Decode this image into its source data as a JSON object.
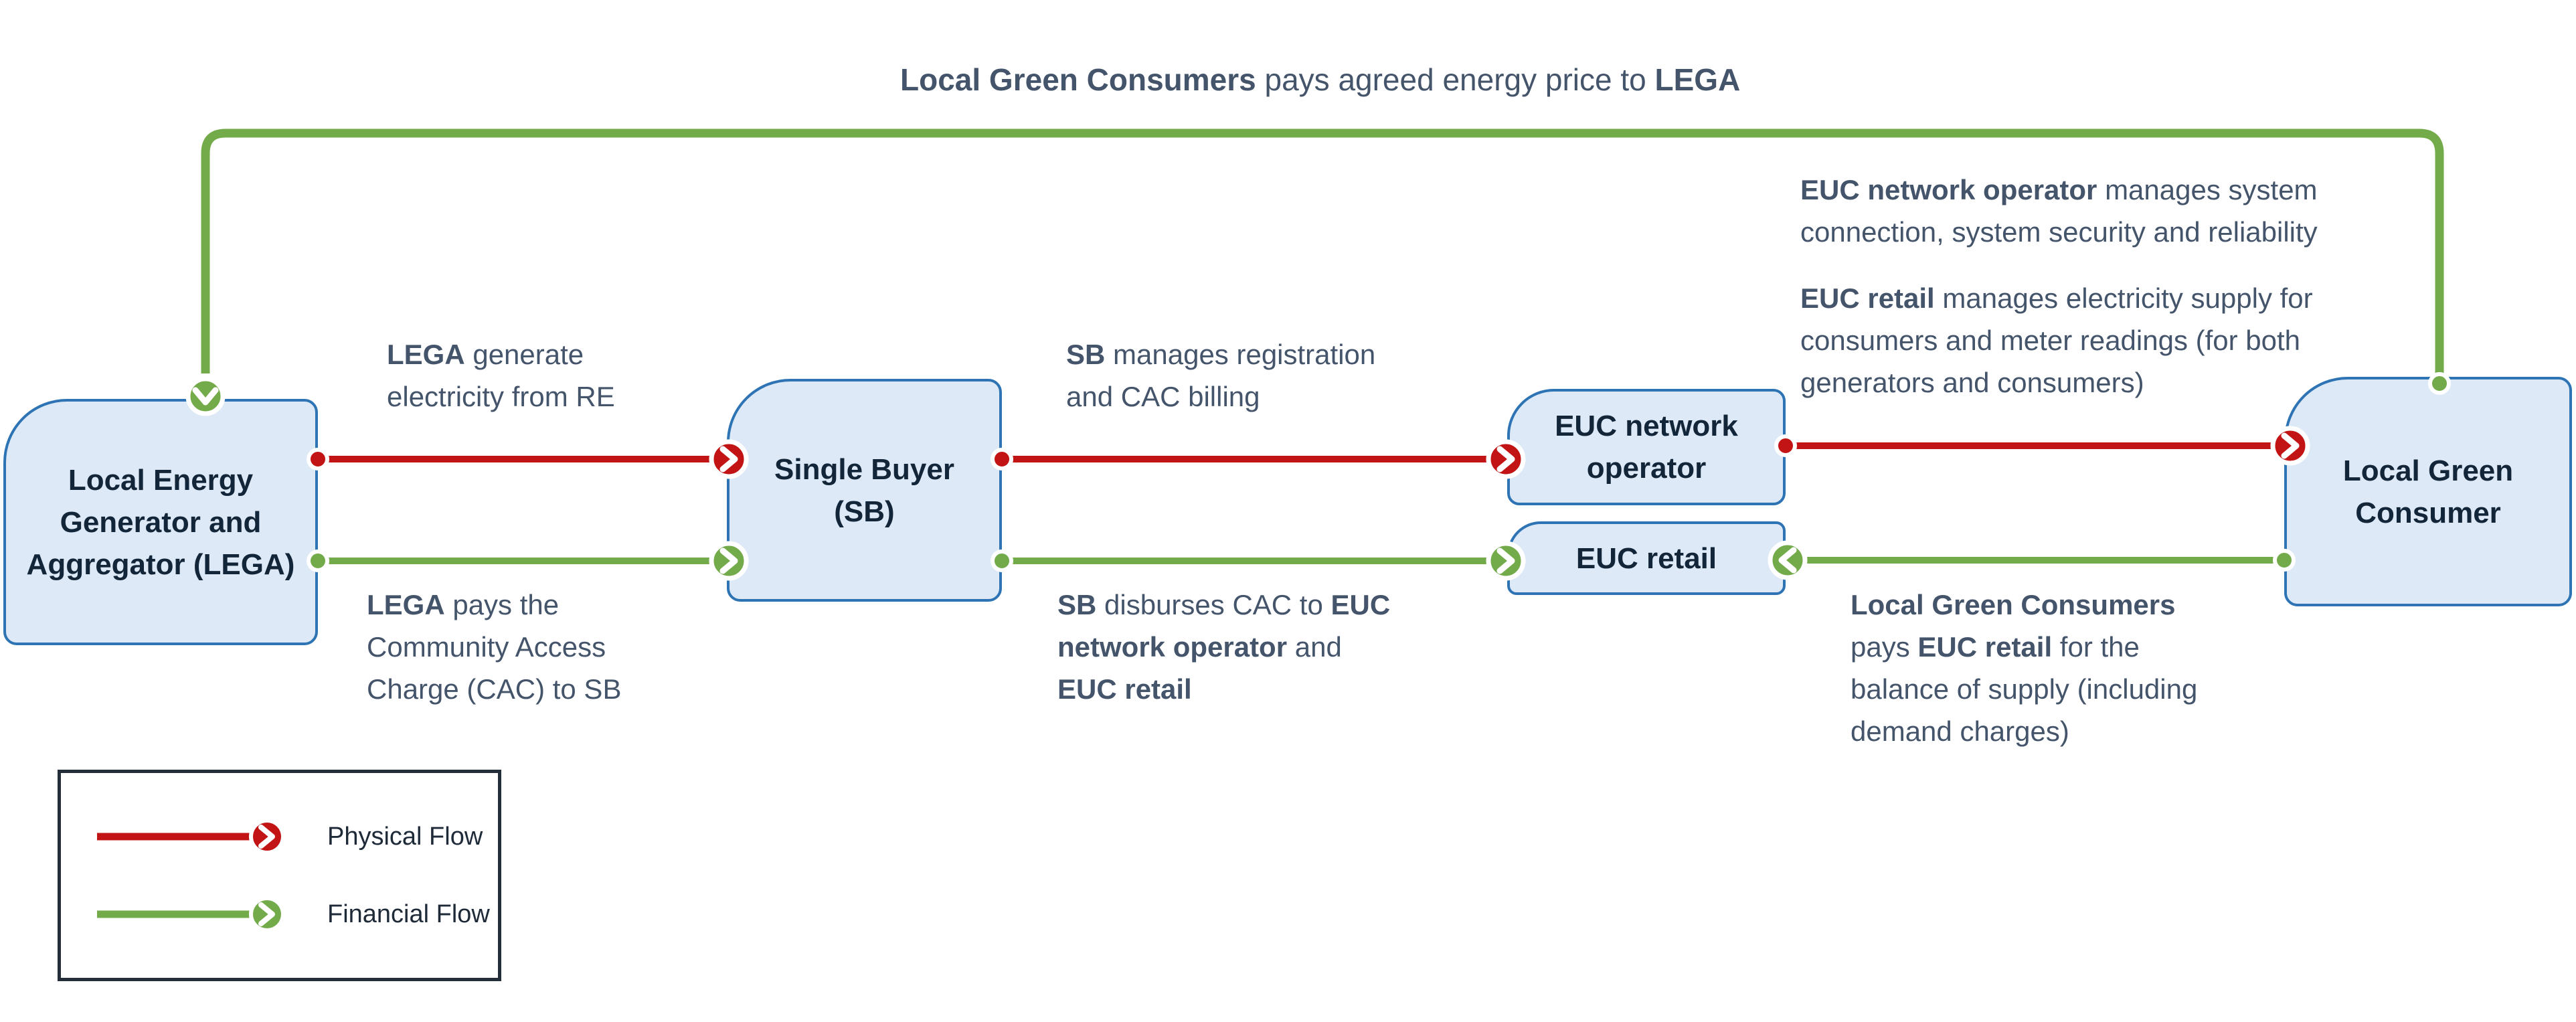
{
  "colors": {
    "physical_flow": "#c21414",
    "financial_flow": "#74ab4a",
    "node_fill": "#dde9f6",
    "node_border": "#2e74b5",
    "node_text": "#132639",
    "annotation_text": "#44546a",
    "legend_border": "#242e3b",
    "legend_text": "#1f2a38"
  },
  "nodes": {
    "lega": {
      "lines": [
        "Local Energy",
        "Generator and",
        "Aggregator (LEGA)"
      ]
    },
    "sb": {
      "lines": [
        "Single Buyer",
        "(SB)"
      ]
    },
    "euc_network": {
      "lines": [
        "EUC network",
        "operator"
      ]
    },
    "euc_retail": {
      "lines": [
        "EUC retail"
      ]
    },
    "lgc": {
      "lines": [
        "Local Green",
        "Consumer"
      ]
    }
  },
  "annotations": {
    "top_title": {
      "lines": [
        [
          {
            "text": "Local Green Consumers",
            "bold": true
          },
          {
            "text": " pays agreed energy price to ",
            "bold": false
          },
          {
            "text": "LEGA",
            "bold": true
          }
        ]
      ]
    },
    "lega_generate": {
      "lines": [
        [
          {
            "text": "LEGA",
            "bold": true
          },
          {
            "text": " generate",
            "bold": false
          }
        ],
        [
          {
            "text": "electricity from RE",
            "bold": false
          }
        ]
      ]
    },
    "sb_manages": {
      "lines": [
        [
          {
            "text": "SB",
            "bold": true
          },
          {
            "text": " manages registration",
            "bold": false
          }
        ],
        [
          {
            "text": "and CAC billing",
            "bold": false
          }
        ]
      ]
    },
    "euc_network_note": {
      "lines": [
        [
          {
            "text": "EUC network operator",
            "bold": true
          },
          {
            "text": " manages system",
            "bold": false
          }
        ],
        [
          {
            "text": "connection, system security and reliability",
            "bold": false
          }
        ]
      ]
    },
    "euc_retail_note": {
      "lines": [
        [
          {
            "text": "EUC retail",
            "bold": true
          },
          {
            "text": " manages electricity supply for",
            "bold": false
          }
        ],
        [
          {
            "text": "consumers and meter readings (for both",
            "bold": false
          }
        ],
        [
          {
            "text": "generators and consumers)",
            "bold": false
          }
        ]
      ]
    },
    "lega_pays": {
      "lines": [
        [
          {
            "text": "LEGA",
            "bold": true
          },
          {
            "text": " pays the",
            "bold": false
          }
        ],
        [
          {
            "text": "Community Access",
            "bold": false
          }
        ],
        [
          {
            "text": "Charge (CAC) to SB",
            "bold": false
          }
        ]
      ]
    },
    "sb_disburses": {
      "lines": [
        [
          {
            "text": "SB",
            "bold": true
          },
          {
            "text": " disburses CAC to ",
            "bold": false
          },
          {
            "text": "EUC",
            "bold": true
          }
        ],
        [
          {
            "text": "network operator",
            "bold": true
          },
          {
            "text": " and",
            "bold": false
          }
        ],
        [
          {
            "text": "EUC retail",
            "bold": true
          }
        ]
      ]
    },
    "lgc_pays": {
      "lines": [
        [
          {
            "text": "Local Green Consumers",
            "bold": true
          }
        ],
        [
          {
            "text": "pays ",
            "bold": false
          },
          {
            "text": "EUC retail",
            "bold": true
          },
          {
            "text": " for the",
            "bold": false
          }
        ],
        [
          {
            "text": "balance of supply (including",
            "bold": false
          }
        ],
        [
          {
            "text": "demand charges)",
            "bold": false
          }
        ]
      ]
    }
  },
  "legend": {
    "items": [
      {
        "label": "Physical Flow",
        "color": "#c21414",
        "icon": "red-circle-chevron-arrow"
      },
      {
        "label": "Financial Flow",
        "color": "#74ab4a",
        "icon": "green-circle-chevron-arrow"
      }
    ]
  }
}
